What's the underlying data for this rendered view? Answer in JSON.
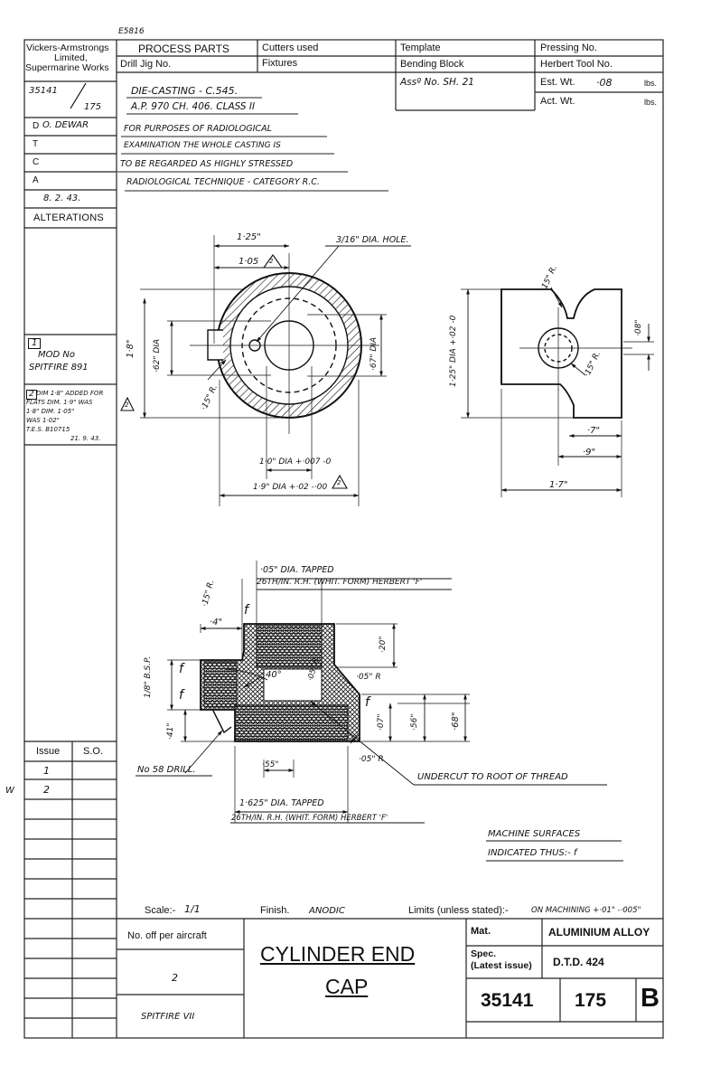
{
  "doc_ref": "E5816",
  "company": {
    "line1": "Vickers-Armstrongs",
    "line2": "Limited,",
    "line3": "Supermarine Works"
  },
  "header": {
    "process_parts": "PROCESS PARTS",
    "cutters_used": "Cutters used",
    "template": "Template",
    "pressing_no": "Pressing No.",
    "drill_jig_no": "Drill Jig No.",
    "fixtures": "Fixtures",
    "bending_block": "Bending Block",
    "herbert_tool_no": "Herbert Tool No.",
    "assy_no": "Assº No. SH. 21",
    "est_wt_label": "Est. Wt.",
    "est_wt_value": "·08",
    "lbs1": "lbs.",
    "act_wt_label": "Act. Wt.",
    "lbs2": "lbs."
  },
  "left_panel": {
    "drawing_no": "35141",
    "drawing_sub": "175",
    "d_label": "D",
    "d_value": "O. DEWAR",
    "t_label": "T",
    "c_label": "C",
    "a_label": "A",
    "date": "8. 2. 43.",
    "alterations": "ALTERATIONS",
    "alt1_no": "1",
    "alt1_line1": "MOD No",
    "alt1_line2": "SPITFIRE 891",
    "alt2_no": "2",
    "alt2_lines": [
      "DIM 1·8\" ADDED FOR",
      "FLATS DIM. 1·9\" WAS",
      "1·8\" DIM. 1·05\"",
      "WAS 1·02\"",
      "T.E.S. B10715",
      "21. 9. 43."
    ],
    "issue_label": "Issue",
    "so_label": "S.O.",
    "issues": [
      "1",
      "2"
    ],
    "margin_mark": "W"
  },
  "notes": {
    "line1": "DIE-CASTING - C.545.",
    "line2": "A.P. 970 CH. 406. CLASS II",
    "line3": "FOR PURPOSES OF RADIOLOGICAL",
    "line4": "EXAMINATION THE WHOLE CASTING IS",
    "line5": "TO BE REGARDED AS HIGHLY STRESSED",
    "line6": "RADIOLOGICAL TECHNIQUE - CATEGORY R.C."
  },
  "dims": {
    "d125": "1·25\"",
    "d105": "1·05",
    "hole": "3/16\" DIA. HOLE.",
    "d18": "1·8\"",
    "d62": "·62\" DIA",
    "d67": "·67\" DIA",
    "r15a": "·15\" R.",
    "d10": "1·0\" DIA +·007 -0",
    "d19": "1·9\" DIA +·02 -·00",
    "rev_tri1": "2",
    "rev_tri2": "2",
    "rev_tri3": "2",
    "r15b": "·15\" R.",
    "d125dia": "1·25\" DIA +·02 -0",
    "d08": "·08\"",
    "r15c": "·15\" R.",
    "d7": "·7\"",
    "d9": "·9\"",
    "d17": "1·7\"",
    "tap1a": "·05\" DIA. TAPPED",
    "tap1b": "26TH/IN. R.H. (WHIT. FORM) HERBERT 'F'",
    "r15d": "·15\" R.",
    "f": "f",
    "d4": "·4\"",
    "d20": "·20\"",
    "bsp": "1/8\" B.S.P.",
    "ang40": "40°",
    "r05a": "·05\" R.",
    "r05b": "·05\" R",
    "d07": "·07\"",
    "d56": "·56\"",
    "d68": "·68\"",
    "d41": "·41\"",
    "drill": "No 58 DRILL.",
    "d55": "·55\"",
    "r05c": "·05\" R",
    "undercut": "UNDERCUT TO ROOT OF THREAD",
    "tap2a": "1·625\" DIA. TAPPED",
    "tap2b": "26TH/IN. R.H. (WHIT. FORM) HERBERT 'F'",
    "mach1": "MACHINE SURFACES",
    "mach2": "INDICATED THUS:- f"
  },
  "footer": {
    "scale_label": "Scale:-",
    "scale_value": "1/1",
    "finish_label": "Finish.",
    "finish_value": "ANODIC",
    "limits_label": "Limits (unless stated):-",
    "limits_value": "ON MACHINING +·01\" -·005\"",
    "no_off": "No. off per aircraft",
    "qty": "2",
    "aircraft": "SPITFIRE VII",
    "title1": "CYLINDER END",
    "title2": "CAP",
    "mat_label": "Mat.",
    "mat_value": "ALUMINIUM ALLOY",
    "spec_label1": "Spec.",
    "spec_label2": "(Latest issue)",
    "spec_value": "D.T.D. 424",
    "part_no": "35141",
    "part_sub": "175",
    "rev": "B"
  }
}
